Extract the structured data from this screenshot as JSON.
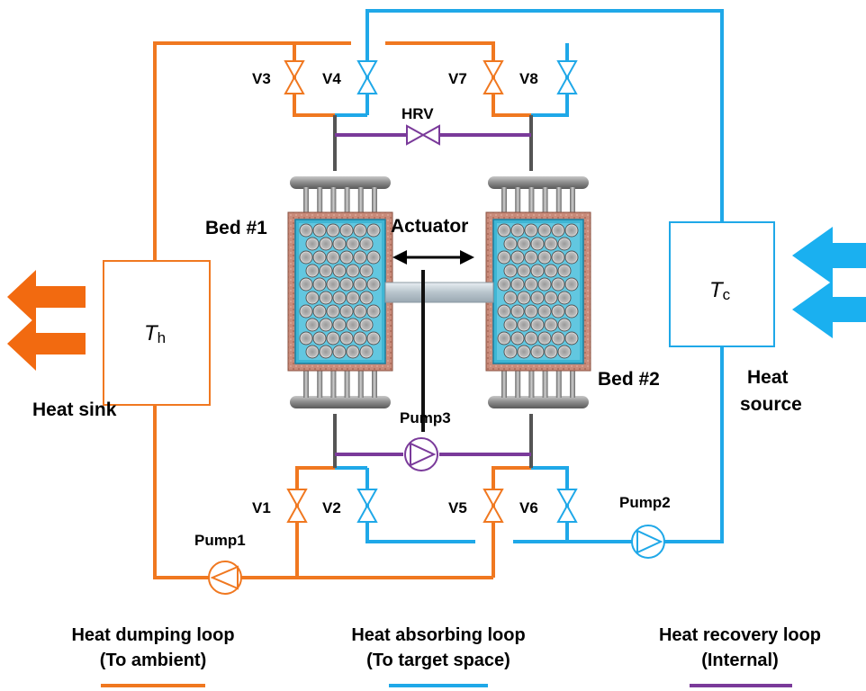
{
  "labels": {
    "valves": [
      "V1",
      "V2",
      "V3",
      "V4",
      "V5",
      "V6",
      "V7",
      "V8"
    ],
    "hrv": "HRV",
    "pump1": "Pump1",
    "pump2": "Pump2",
    "pump3": "Pump3",
    "bed1": "Bed #1",
    "bed2": "Bed #2",
    "actuator": "Actuator",
    "heat_sink": "Heat sink",
    "heat_source_line1": "Heat",
    "heat_source_line2": "source",
    "th_main": "T",
    "th_sub": "h",
    "tc_main": "T",
    "tc_sub": "c"
  },
  "legend": [
    {
      "line1": "Heat dumping loop",
      "line2": "(To ambient)",
      "color": "#f07820"
    },
    {
      "line1": "Heat absorbing loop",
      "line2": "(To target space)",
      "color": "#1fa8e8"
    },
    {
      "line1": "Heat recovery loop",
      "line2": "(Internal)",
      "color": "#7a3a9a"
    }
  ],
  "colors": {
    "dumping": "#f07820",
    "absorbing": "#1fa8e8",
    "recovery": "#7a3a9a",
    "pipe_gray": "#555555"
  }
}
